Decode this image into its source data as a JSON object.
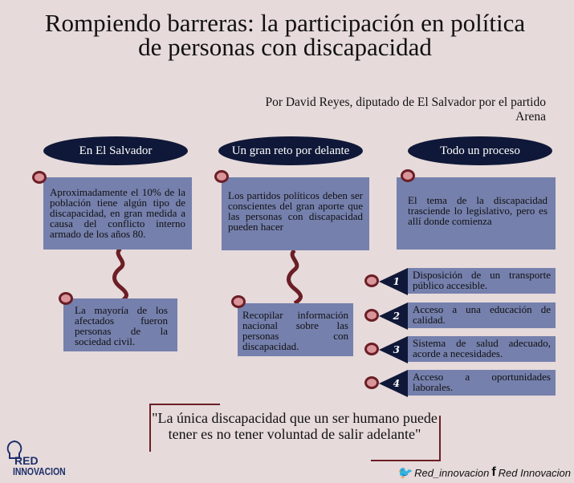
{
  "title": "Rompiendo barreras: la participación en política de personas con discapacidad",
  "byline": "Por David Reyes, diputado de El Salvador por el partido Arena",
  "columns": [
    {
      "heading": "En El Salvador",
      "box": "Aproximadamente el 10% de la población  tiene algún tipo de discapacidad, en gran medida a causa del conflicto interno armado de los años 80.",
      "sub": "La mayoría de los afectados fueron personas de la sociedad civil."
    },
    {
      "heading": "Un gran reto por delante",
      "box": "Los partidos políticos deben ser conscientes del gran aporte que las personas con discapacidad pueden hacer",
      "sub": "Recopilar información nacional sobre las personas con discapacidad."
    },
    {
      "heading": "Todo un proceso",
      "box": "El tema de la discapacidad trasciende lo legislativo, pero es allí donde comienza"
    }
  ],
  "list": [
    {
      "num": "1",
      "text": "Disposición de un transporte público accesible."
    },
    {
      "num": "2",
      "text": "Acceso a una educación de calidad."
    },
    {
      "num": "3",
      "text": "Sistema de salud adecuado, acorde a necesidades."
    },
    {
      "num": "4",
      "text": "Acceso a oportunidades laborales."
    }
  ],
  "quote": "\"La única discapacidad que un ser humano puede tener es no tener voluntad de salir adelante\"",
  "logo": {
    "line1": "RED",
    "line2": "INNOVACION"
  },
  "social": {
    "twitter": "Red_innovacion",
    "facebook": "Red Innovacion"
  },
  "colors": {
    "background": "#e6dada",
    "box": "#7580ad",
    "navy": "#0f1838",
    "maroon": "#6b1e25"
  }
}
